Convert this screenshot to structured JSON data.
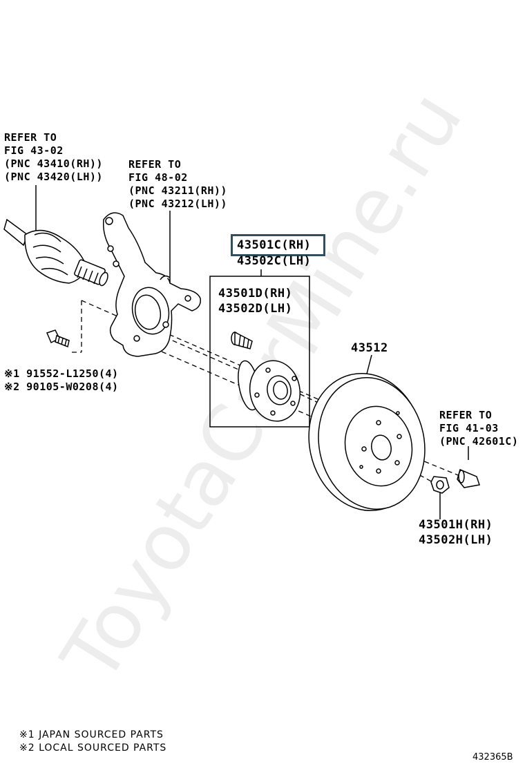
{
  "callouts": {
    "drive_shaft": [
      "REFER TO",
      "FIG 43-02",
      "(PNC 43410(RH))",
      "(PNC 43420(LH))"
    ],
    "knuckle": [
      "REFER TO",
      "FIG 48-02",
      "(PNC 43211(RH))",
      "(PNC 43212(LH))"
    ],
    "hub_bearing_rh": "43501C(RH)",
    "hub_bearing_lh": "43502C(LH)",
    "hub_bolt": [
      "43501D(RH)",
      "43502D(LH)"
    ],
    "disc": "43512",
    "wheel_nut": [
      "REFER TO",
      "FIG 41-03",
      "(PNC 42601C)"
    ],
    "hub_nut": [
      "43501H(RH)",
      "43502H(LH)"
    ],
    "bolt_1": "※1 91552-L1250(4)",
    "bolt_2": "※2 90105-W0208(4)"
  },
  "footnotes": [
    "※1 JAPAN SOURCED PARTS",
    "※2 LOCAL SOURCED PARTS"
  ],
  "figure_id": "432365B",
  "watermark": "ToyotaCarMine.ru",
  "colors": {
    "ink": "#000000",
    "highlight": "#2f4f5e",
    "watermark": "#d8d8d8"
  }
}
